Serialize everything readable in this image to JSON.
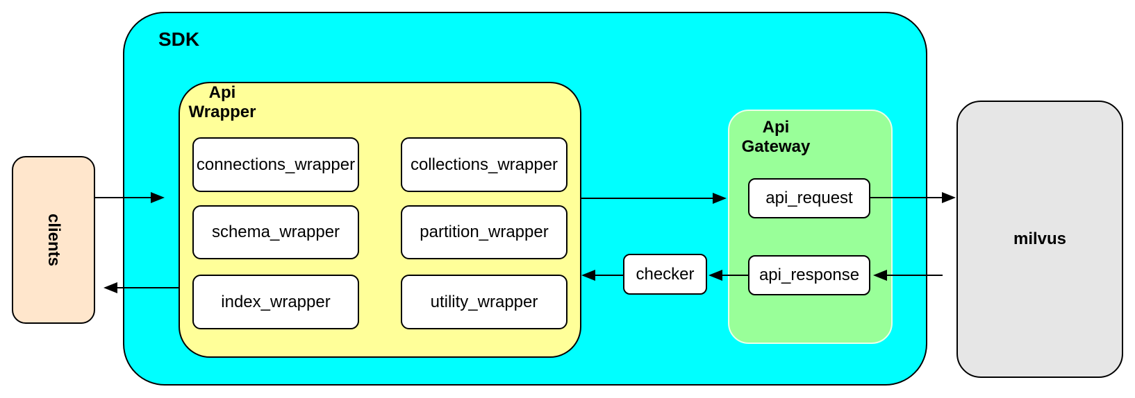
{
  "colors": {
    "sdk_fill": "#00ffff",
    "wrapper_fill": "#ffff99",
    "gateway_fill": "#99ff99",
    "clients_fill": "#ffe6cc",
    "milvus_fill": "#e6e6e6",
    "node_fill": "#ffffff",
    "stroke": "#000000"
  },
  "nodes": {
    "clients": "clients",
    "sdk": "SDK",
    "api_wrapper": "Api Wrapper",
    "api_gateway": "Api Gateway",
    "checker": "checker",
    "milvus": "milvus",
    "wrapper_items": [
      "connections_wrapper",
      "collections_wrapper",
      "schema_wrapper",
      "partition_wrapper",
      "index_wrapper",
      "utility_wrapper"
    ],
    "gateway_items": [
      "api_request",
      "api_response"
    ]
  },
  "edges": [
    {
      "from": "clients",
      "to": "SDK",
      "direction": "right"
    },
    {
      "from": "Api Wrapper",
      "to": "Api Gateway",
      "direction": "right"
    },
    {
      "from": "api_request",
      "to": "milvus",
      "direction": "right"
    },
    {
      "from": "milvus",
      "to": "api_response",
      "direction": "left"
    },
    {
      "from": "api_response",
      "to": "checker",
      "direction": "left"
    },
    {
      "from": "checker",
      "to": "Api Wrapper",
      "direction": "left"
    },
    {
      "from": "Api Wrapper",
      "to": "clients",
      "direction": "left"
    }
  ]
}
